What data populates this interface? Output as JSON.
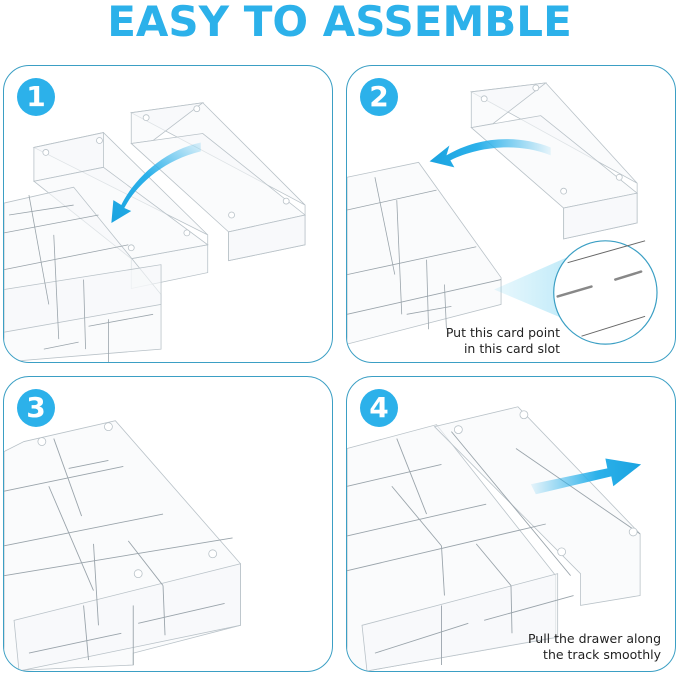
{
  "title": "EASY TO ASSEMBLE",
  "colors": {
    "accent": "#2cb1ea",
    "panel_border": "#3b9fc4",
    "caption_text": "#222222"
  },
  "steps": [
    {
      "number": "1",
      "caption_lines": [],
      "illustration": "two acrylic sliding rails lifted onto organizer tray, curved arrow pointing down-left"
    },
    {
      "number": "2",
      "caption_lines": [
        "Put this card point",
        "in this card slot"
      ],
      "illustration": "rail being slid onto tray with magnified inset of slot, curved arrow pointing left"
    },
    {
      "number": "3",
      "caption_lines": [],
      "illustration": "assembled acrylic drawer organizer with dividers"
    },
    {
      "number": "4",
      "caption_lines": [
        "Pull the drawer along",
        "the track smoothly"
      ],
      "illustration": "top drawer sliding along track, straight arrow pointing right"
    }
  ]
}
